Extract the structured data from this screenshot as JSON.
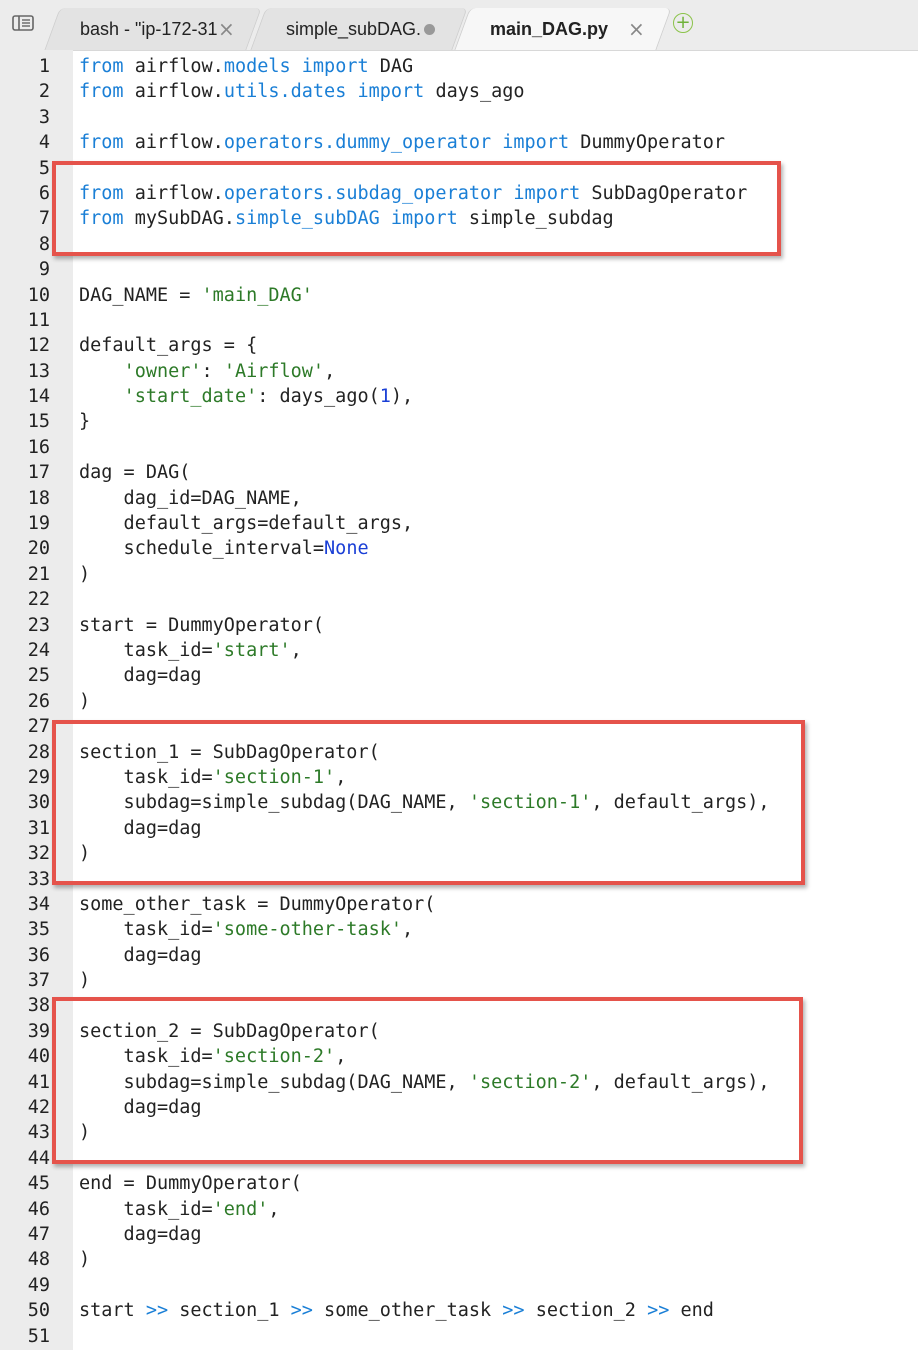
{
  "tabs": [
    {
      "label": "bash - \"ip-172-31",
      "control": "close-icon",
      "active": false
    },
    {
      "label": "simple_subDAG.",
      "control": "unsaved-dot-icon",
      "active": false
    },
    {
      "label": "main_DAG.py",
      "control": "close-icon",
      "active": true
    }
  ],
  "icons": {
    "menu": "menu-icon",
    "close": "×",
    "add": "+"
  },
  "colors": {
    "keyword": "#1a7fd6",
    "string": "#2d7a28",
    "number": "#1a3fd6",
    "highlight": "#e5534b"
  },
  "highlighted_line_ranges": [
    [
      6,
      7
    ],
    [
      28,
      32
    ],
    [
      39,
      43
    ]
  ],
  "code_lines": [
    {
      "n": "1",
      "tokens": [
        {
          "t": "from",
          "c": "kw"
        },
        {
          "t": " airflow."
        },
        {
          "t": "models",
          "c": "kw"
        },
        {
          "t": " "
        },
        {
          "t": "import",
          "c": "kw"
        },
        {
          "t": " DAG"
        }
      ]
    },
    {
      "n": "2",
      "tokens": [
        {
          "t": "from",
          "c": "kw"
        },
        {
          "t": " airflow."
        },
        {
          "t": "utils.dates",
          "c": "kw"
        },
        {
          "t": " "
        },
        {
          "t": "import",
          "c": "kw"
        },
        {
          "t": " days_ago"
        }
      ]
    },
    {
      "n": "3",
      "tokens": []
    },
    {
      "n": "4",
      "tokens": [
        {
          "t": "from",
          "c": "kw"
        },
        {
          "t": " airflow."
        },
        {
          "t": "operators.dummy_operator",
          "c": "kw"
        },
        {
          "t": " "
        },
        {
          "t": "import",
          "c": "kw"
        },
        {
          "t": " DummyOperator"
        }
      ]
    },
    {
      "n": "5",
      "tokens": []
    },
    {
      "n": "6",
      "tokens": [
        {
          "t": "from",
          "c": "kw"
        },
        {
          "t": " airflow."
        },
        {
          "t": "operators.subdag_operator",
          "c": "kw"
        },
        {
          "t": " "
        },
        {
          "t": "import",
          "c": "kw"
        },
        {
          "t": " SubDagOperator"
        }
      ]
    },
    {
      "n": "7",
      "tokens": [
        {
          "t": "from",
          "c": "kw"
        },
        {
          "t": " mySubDAG."
        },
        {
          "t": "simple_subDAG",
          "c": "kw"
        },
        {
          "t": " "
        },
        {
          "t": "import",
          "c": "kw"
        },
        {
          "t": " simple_subdag"
        }
      ]
    },
    {
      "n": "8",
      "tokens": []
    },
    {
      "n": "9",
      "tokens": []
    },
    {
      "n": "10",
      "tokens": [
        {
          "t": "DAG_NAME = "
        },
        {
          "t": "'main_DAG'",
          "c": "str"
        }
      ]
    },
    {
      "n": "11",
      "tokens": []
    },
    {
      "n": "12",
      "tokens": [
        {
          "t": "default_args = {"
        }
      ]
    },
    {
      "n": "13",
      "tokens": [
        {
          "t": "    "
        },
        {
          "t": "'owner'",
          "c": "str"
        },
        {
          "t": ": "
        },
        {
          "t": "'Airflow'",
          "c": "str"
        },
        {
          "t": ","
        }
      ]
    },
    {
      "n": "14",
      "tokens": [
        {
          "t": "    "
        },
        {
          "t": "'start_date'",
          "c": "str"
        },
        {
          "t": ": days_ago("
        },
        {
          "t": "1",
          "c": "num"
        },
        {
          "t": "),"
        }
      ]
    },
    {
      "n": "15",
      "tokens": [
        {
          "t": "}"
        }
      ]
    },
    {
      "n": "16",
      "tokens": []
    },
    {
      "n": "17",
      "tokens": [
        {
          "t": "dag = DAG("
        }
      ]
    },
    {
      "n": "18",
      "tokens": [
        {
          "t": "    dag_id=DAG_NAME,"
        }
      ]
    },
    {
      "n": "19",
      "tokens": [
        {
          "t": "    default_args=default_args,"
        }
      ]
    },
    {
      "n": "20",
      "tokens": [
        {
          "t": "    schedule_interval="
        },
        {
          "t": "None",
          "c": "num"
        }
      ]
    },
    {
      "n": "21",
      "tokens": [
        {
          "t": ")"
        }
      ]
    },
    {
      "n": "22",
      "tokens": []
    },
    {
      "n": "23",
      "tokens": [
        {
          "t": "start = DummyOperator("
        }
      ]
    },
    {
      "n": "24",
      "tokens": [
        {
          "t": "    task_id="
        },
        {
          "t": "'start'",
          "c": "str"
        },
        {
          "t": ","
        }
      ]
    },
    {
      "n": "25",
      "tokens": [
        {
          "t": "    dag=dag"
        }
      ]
    },
    {
      "n": "26",
      "tokens": [
        {
          "t": ")"
        }
      ]
    },
    {
      "n": "27",
      "tokens": []
    },
    {
      "n": "28",
      "tokens": [
        {
          "t": "section_1 = SubDagOperator("
        }
      ]
    },
    {
      "n": "29",
      "tokens": [
        {
          "t": "    task_id="
        },
        {
          "t": "'section-1'",
          "c": "str"
        },
        {
          "t": ","
        }
      ]
    },
    {
      "n": "30",
      "tokens": [
        {
          "t": "    subdag=simple_subdag(DAG_NAME, "
        },
        {
          "t": "'section-1'",
          "c": "str"
        },
        {
          "t": ", default_args),"
        }
      ]
    },
    {
      "n": "31",
      "tokens": [
        {
          "t": "    dag=dag"
        }
      ]
    },
    {
      "n": "32",
      "tokens": [
        {
          "t": ")"
        }
      ]
    },
    {
      "n": "33",
      "tokens": []
    },
    {
      "n": "34",
      "tokens": [
        {
          "t": "some_other_task = DummyOperator("
        }
      ]
    },
    {
      "n": "35",
      "tokens": [
        {
          "t": "    task_id="
        },
        {
          "t": "'some-other-task'",
          "c": "str"
        },
        {
          "t": ","
        }
      ]
    },
    {
      "n": "36",
      "tokens": [
        {
          "t": "    dag=dag"
        }
      ]
    },
    {
      "n": "37",
      "tokens": [
        {
          "t": ")"
        }
      ]
    },
    {
      "n": "38",
      "tokens": []
    },
    {
      "n": "39",
      "tokens": [
        {
          "t": "section_2 = SubDagOperator("
        }
      ]
    },
    {
      "n": "40",
      "tokens": [
        {
          "t": "    task_id="
        },
        {
          "t": "'section-2'",
          "c": "str"
        },
        {
          "t": ","
        }
      ]
    },
    {
      "n": "41",
      "tokens": [
        {
          "t": "    subdag=simple_subdag(DAG_NAME, "
        },
        {
          "t": "'section-2'",
          "c": "str"
        },
        {
          "t": ", default_args),"
        }
      ]
    },
    {
      "n": "42",
      "tokens": [
        {
          "t": "    dag=dag"
        }
      ]
    },
    {
      "n": "43",
      "tokens": [
        {
          "t": ")"
        }
      ]
    },
    {
      "n": "44",
      "tokens": []
    },
    {
      "n": "45",
      "tokens": [
        {
          "t": "end = DummyOperator("
        }
      ]
    },
    {
      "n": "46",
      "tokens": [
        {
          "t": "    task_id="
        },
        {
          "t": "'end'",
          "c": "str"
        },
        {
          "t": ","
        }
      ]
    },
    {
      "n": "47",
      "tokens": [
        {
          "t": "    dag=dag"
        }
      ]
    },
    {
      "n": "48",
      "tokens": [
        {
          "t": ")"
        }
      ]
    },
    {
      "n": "49",
      "tokens": []
    },
    {
      "n": "50",
      "tokens": [
        {
          "t": "start "
        },
        {
          "t": ">>",
          "c": "kw"
        },
        {
          "t": " section_1 "
        },
        {
          "t": ">>",
          "c": "kw"
        },
        {
          "t": " some_other_task "
        },
        {
          "t": ">>",
          "c": "kw"
        },
        {
          "t": " section_2 "
        },
        {
          "t": ">>",
          "c": "kw"
        },
        {
          "t": " end"
        }
      ]
    },
    {
      "n": "51",
      "tokens": []
    }
  ]
}
